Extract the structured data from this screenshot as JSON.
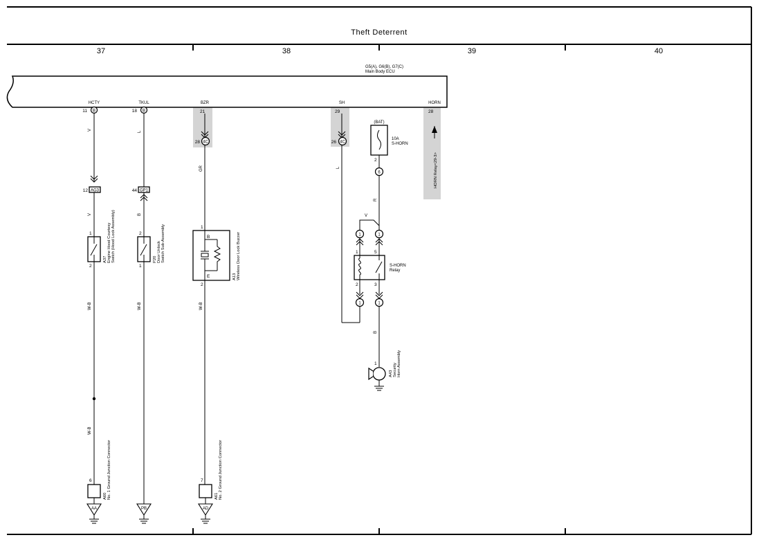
{
  "title": "Theft Deterrent",
  "grid_columns": [
    "37",
    "38",
    "39",
    "40"
  ],
  "ecu": {
    "codes": "G5(A), G6(B), G7(C)",
    "name": "Main Body ECU",
    "terminals": [
      {
        "signal": "HCTY",
        "pin": "11",
        "conn": "B"
      },
      {
        "signal": "TKUL",
        "pin": "18",
        "conn": "B"
      },
      {
        "signal": "BZR",
        "pin": "21",
        "conn": ""
      },
      {
        "signal": "SH",
        "pin": "29",
        "conn": ""
      },
      {
        "signal": "HORN",
        "pin": "28",
        "conn": ""
      }
    ]
  },
  "junctions": {
    "j28": {
      "pin": "28",
      "conn": "4C"
    },
    "j26": {
      "pin": "26",
      "conn": "4C"
    },
    "a12": {
      "pin": "12",
      "conn": "AG3"
    },
    "a44": {
      "pin": "44",
      "conn": "GP1"
    }
  },
  "wires": {
    "hcty_top": "V",
    "hcty_mid": "V",
    "hcty_bot": "W-B",
    "hcty_bot2": "W-B",
    "tkul_top": "L",
    "tkul_mid": "B",
    "tkul_bot": "W-B",
    "bzr_top": "GR",
    "bzr_bot": "W-B",
    "sh": "L",
    "fuse_out": "R",
    "relay_in": "V",
    "horn_wire": "B"
  },
  "horn_ref": "HORN Relay<29-3>",
  "components": {
    "a37": {
      "code": "A37",
      "line1": "Engine Hood Courtesy",
      "line2": "Switch (Hood Lock Assembly)",
      "pin_top": "1",
      "pin_bot": "2"
    },
    "p20": {
      "code": "P20",
      "line1": "Door Unlock",
      "line2": "Switch Sub-Assembly",
      "pin_top": "2",
      "pin_bot": "1"
    },
    "a13": {
      "code": "A13",
      "line1": "Wireless Door Lock Buzzer",
      "pin_top": "1",
      "pin_bot": "2",
      "b": "B",
      "e": "E"
    },
    "fuse": {
      "supply": "(BAT)",
      "rating": "10A",
      "name": "S-HORN",
      "pin": "2",
      "out_conn": "6"
    },
    "relay": {
      "name1": "S-HORN",
      "name2": "Relay",
      "p1": "1",
      "p5": "5",
      "p2": "2",
      "p3": "3",
      "c1": "1",
      "c2": "1",
      "c3": "1",
      "c4": "1"
    },
    "a43": {
      "code": "A43",
      "line1": "Security",
      "line2": "Horn Assembly",
      "pin": "1"
    },
    "a60": {
      "code": "A60",
      "line1": "No. 1 Ground Junction Connector",
      "pin": "6",
      "ground": "AA"
    },
    "a61": {
      "code": "A61",
      "line1": "No. 2 Ground Junction Connector",
      "pin": "7",
      "ground": "AD"
    },
    "pb": {
      "ground": "PB"
    }
  }
}
